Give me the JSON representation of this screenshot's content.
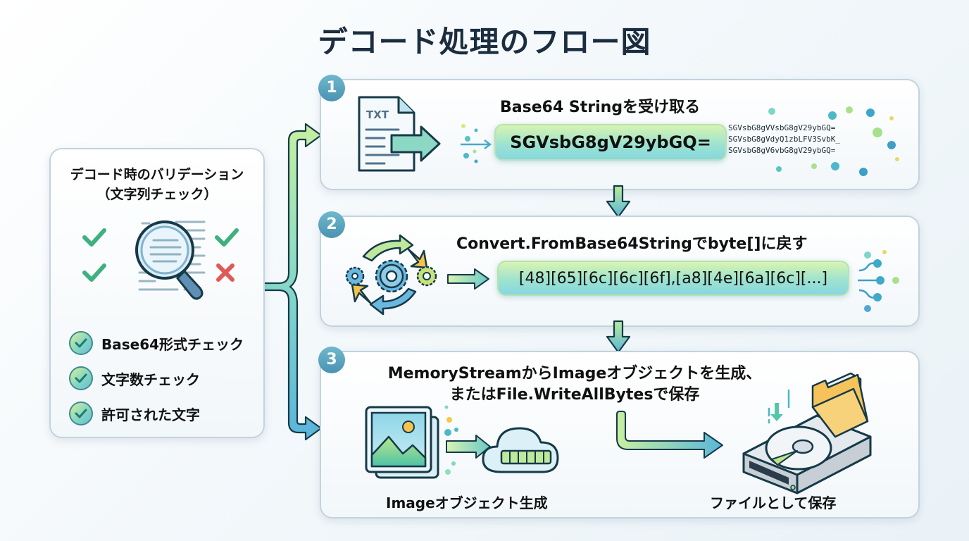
{
  "title": "デコード処理のフロー図",
  "validation_panel": {
    "title_line1": "デコード時のバリデーション",
    "title_line2": "（文字列チェック）",
    "icon": "magnifier-with-checks-icon",
    "checks": [
      {
        "label": "Base64形式チェック",
        "icon": "check-circle-icon"
      },
      {
        "label": "文字数チェック",
        "icon": "check-circle-icon"
      },
      {
        "label": "許可された文字",
        "icon": "check-circle-icon"
      }
    ]
  },
  "steps": [
    {
      "number": "1",
      "title": "Base64 Stringを受け取る",
      "icon": "txt-file-icon",
      "file_label": "TXT",
      "value": "SGVsbG8gV29ybGQ=",
      "stream_lines": [
        "SGVsbG8gVVsbG8gV29ybGQ=",
        "SGVsbG8gVdyQ1zbLFV3SvbK_",
        "SGVsbG8gV6vbG8gV29ybGQ="
      ]
    },
    {
      "number": "2",
      "title": "Convert.FromBase64Stringでbyte[]に戻す",
      "icon": "gears-cycle-icon",
      "value": "[48][65][6c][6c][6f],[a8][4e][6a][6c][...]"
    },
    {
      "number": "3",
      "title_line1": "MemoryStreamからImageオブジェクトを生成、",
      "title_line2": "またはFile.WriteAllBytesで保存",
      "left_caption": "Imageオブジェクト生成",
      "right_caption": "ファイルとして保存",
      "left_icon": "image-to-cloud-icon",
      "right_icon": "hard-drive-folder-icon"
    }
  ],
  "colors": {
    "badge": "#4a93b2",
    "pill_top": "#d8f4b0",
    "pill_bottom": "#86d7e0",
    "arrow_green": "#b8ec9c",
    "arrow_blue": "#5ab6d8",
    "outline": "#163a48",
    "error_red": "#e05a55"
  }
}
